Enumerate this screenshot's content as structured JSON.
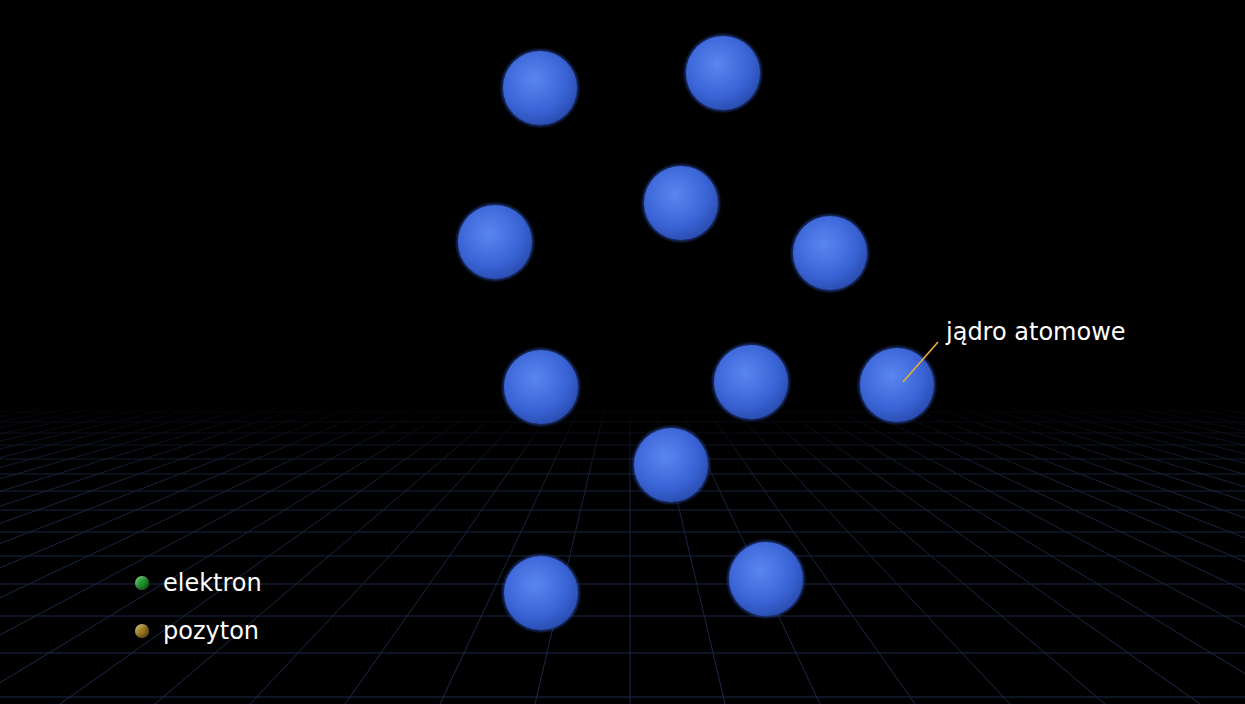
{
  "diagram": {
    "labels": [
      "jądro atomowe"
    ],
    "legend": [
      {
        "text": "elektron",
        "color": "#1f9a2c"
      },
      {
        "text": "pozyton",
        "color": "#a37e1e"
      }
    ]
  }
}
